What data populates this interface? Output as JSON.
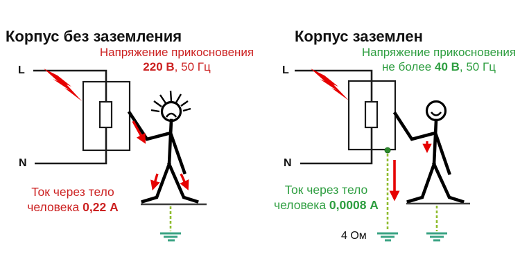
{
  "panels": {
    "left": {
      "title": "Корпус без заземления",
      "voltage": {
        "line1": "Напряжение прикосновения",
        "value": "220 В",
        "suffix": ", 50 Гц"
      },
      "current": {
        "line1": "Ток через тело",
        "prefix": "человека ",
        "value": "0,22 А"
      },
      "labels": {
        "line": "L",
        "neutral": "N"
      }
    },
    "right": {
      "title": "Корпус заземлен",
      "voltage": {
        "line1": "Напряжение прикосновения",
        "prefix": "не более ",
        "value": "40 В",
        "suffix": ", 50 Гц"
      },
      "current": {
        "line1": "Ток через тело",
        "prefix": "человека ",
        "value": "0,0008 А"
      },
      "labels": {
        "line": "L",
        "neutral": "N"
      },
      "ground_resistance": "4 Ом"
    }
  },
  "colors": {
    "danger_text": "#cc2222",
    "safe_text": "#2e9e40",
    "bolt_red": "#e60000",
    "wire_black": "#1a1a1a",
    "ground_teal": "#3aa383",
    "ground_dash_green": "#8fbc2f",
    "floor_gray": "#3c3c3c"
  }
}
